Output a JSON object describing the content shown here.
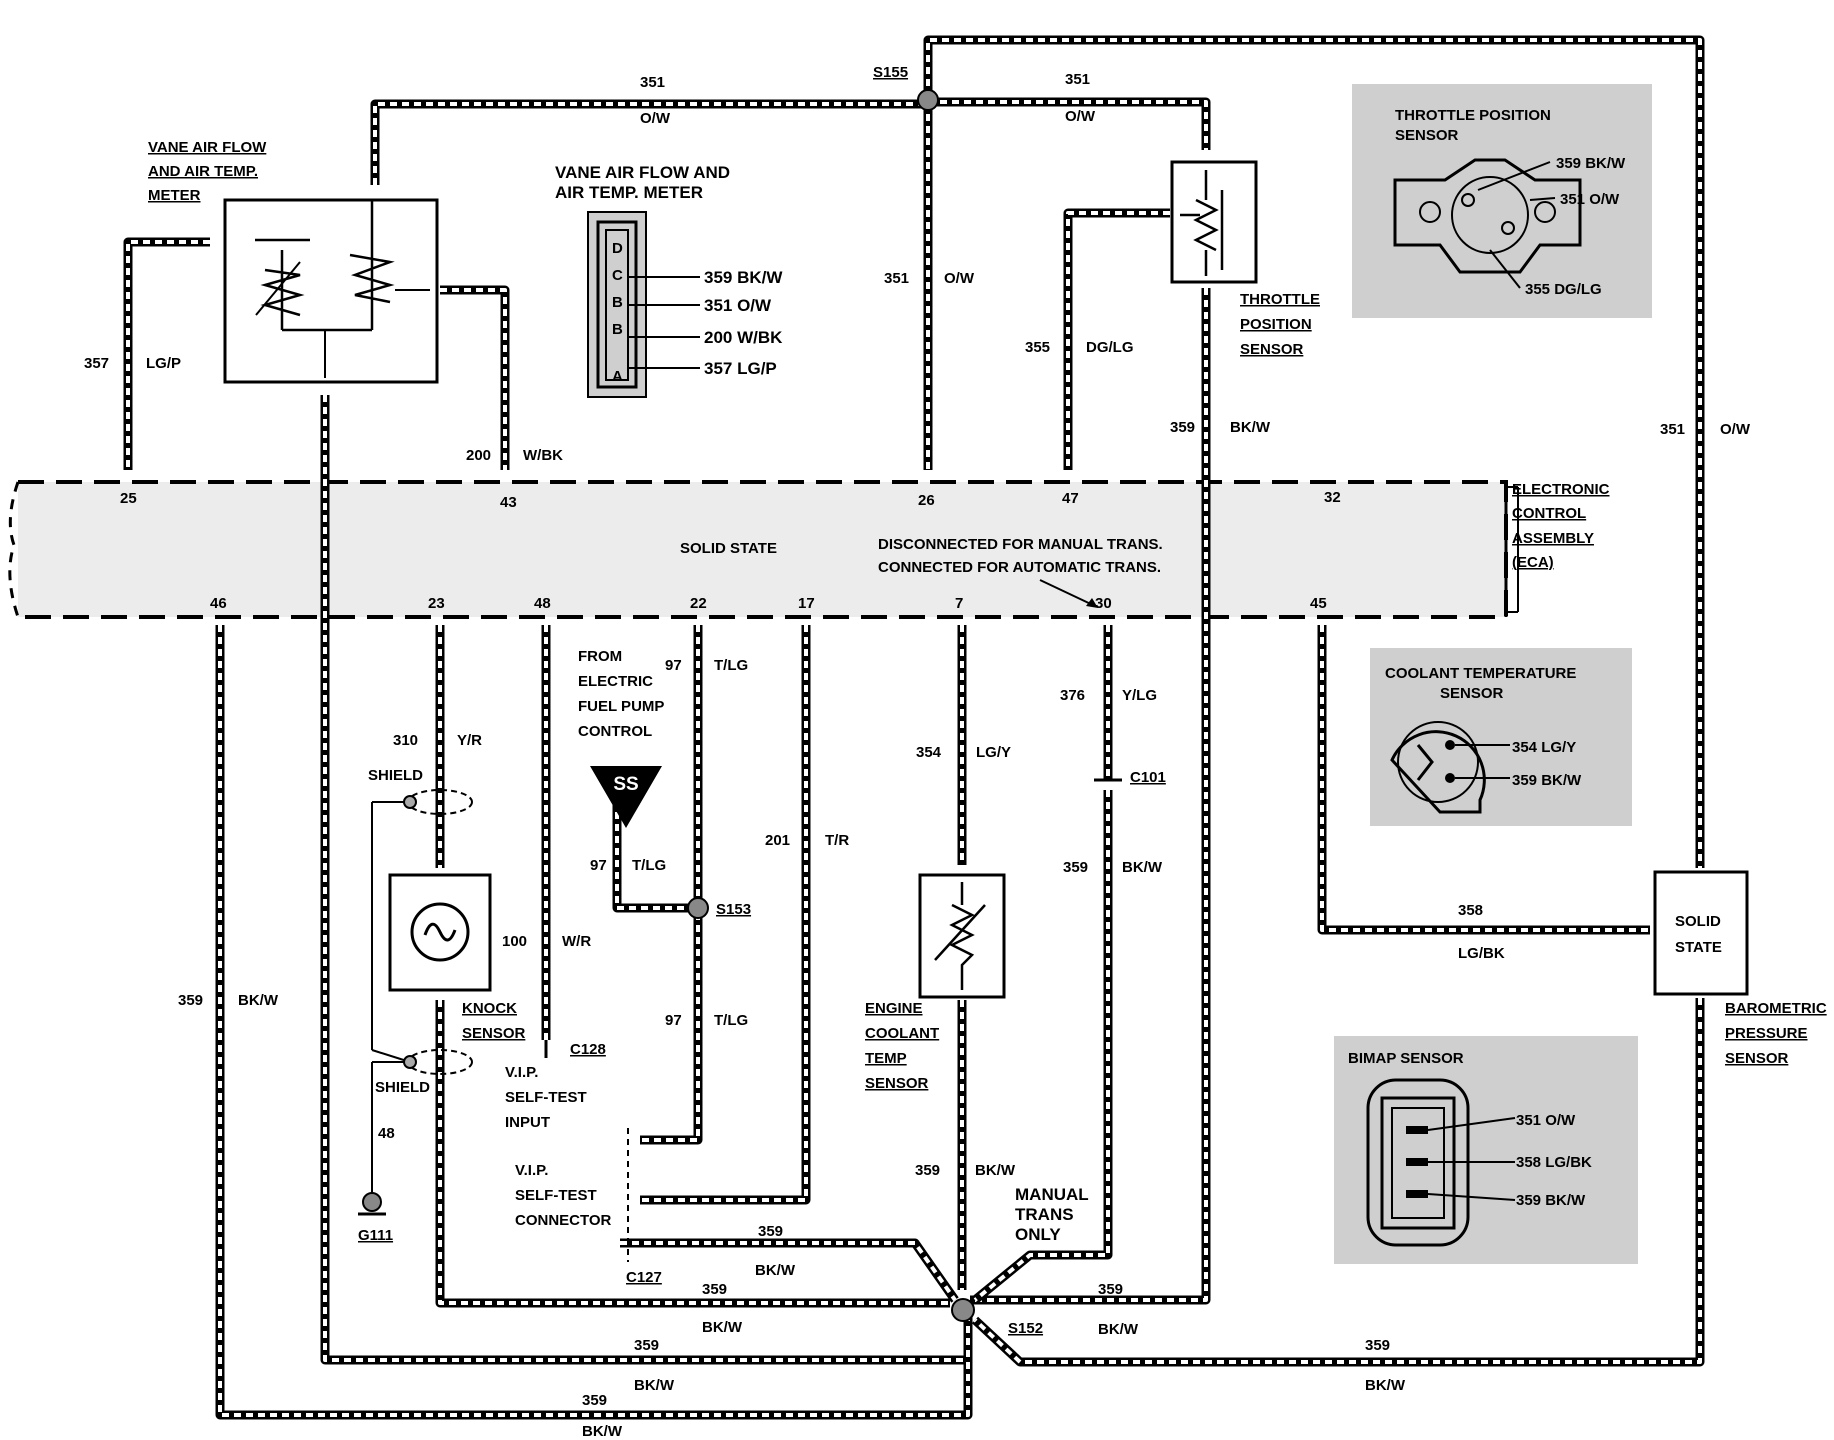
{
  "ecu": {
    "name": [
      "ELECTRONIC",
      "CONTROL",
      "ASSEMBLY",
      "(ECA)"
    ],
    "solid_state": "SOLID   STATE",
    "note_lines": [
      "DISCONNECTED FOR MANUAL TRANS.",
      "CONNECTED FOR AUTOMATIC TRANS."
    ],
    "pins_top": [
      "25",
      "43",
      "26",
      "47",
      "32"
    ],
    "pins_bottom": [
      "46",
      "23",
      "48",
      "22",
      "17",
      "7",
      "30",
      "45"
    ]
  },
  "components": {
    "vaf_label": [
      "VANE AIR FLOW",
      "AND AIR TEMP.",
      "METER"
    ],
    "vaf_connector_title": [
      "VANE AIR FLOW AND",
      "AIR TEMP. METER"
    ],
    "vaf_connector_pins": [
      "359 BK/W",
      "351 O/W",
      "200 W/BK",
      "357 LG/P"
    ],
    "vaf_pin_letters": [
      "D",
      "C",
      "B",
      "B",
      "A"
    ],
    "tps_label": [
      "THROTTLE",
      "POSITION",
      "SENSOR"
    ],
    "knock_label": [
      "KNOCK",
      "SENSOR"
    ],
    "coolant_label": [
      "ENGINE",
      "COOLANT",
      "TEMP",
      "SENSOR"
    ],
    "baro_label": [
      "BAROMETRIC",
      "PRESSURE",
      "SENSOR"
    ],
    "baro_box": [
      "SOLID",
      "STATE"
    ],
    "fuel_pump": [
      "FROM",
      "ELECTRIC",
      "FUEL PUMP",
      "CONTROL"
    ],
    "ss_tag": "SS",
    "vip_input": [
      "V.I.P.",
      "SELF-TEST",
      "INPUT"
    ],
    "vip_connector": [
      "V.I.P.",
      "SELF-TEST",
      "CONNECTOR"
    ],
    "manual_trans": [
      "MANUAL",
      "TRANS",
      "ONLY"
    ],
    "shield": "SHIELD",
    "ground": "G111",
    "ground_wire": "48"
  },
  "insets": {
    "tps": {
      "title": [
        "THROTTLE POSITION",
        "SENSOR"
      ],
      "pins": [
        "359 BK/W",
        "351 O/W",
        "355 DG/LG"
      ]
    },
    "coolant": {
      "title": [
        "COOLANT TEMPERATURE",
        "SENSOR"
      ],
      "pins": [
        "354 LG/Y",
        "359 BK/W"
      ]
    },
    "bimap": {
      "title": "BIMAP SENSOR",
      "pins": [
        "351 O/W",
        "358 LG/BK",
        "359 BK/W"
      ]
    }
  },
  "splices": {
    "s155": "S155",
    "s153": "S153",
    "s152": "S152",
    "c101": "C101",
    "c127": "C127",
    "c128": "C128"
  },
  "wires": {
    "w351": "351",
    "ow": "O/W",
    "w357": "357",
    "lgp": "LG/P",
    "w200": "200",
    "wbk": "W/BK",
    "w355": "355",
    "dglg": "DG/LG",
    "w359": "359",
    "bkw": "BK/W",
    "w310": "310",
    "yr": "Y/R",
    "w100": "100",
    "wr": "W/R",
    "w97": "97",
    "tlg": "T/LG",
    "w201": "201",
    "tr": "T/R",
    "w354": "354",
    "lgy": "LG/Y",
    "w376": "376",
    "ylg": "Y/LG",
    "w358": "358",
    "lgbk": "LG/BK"
  }
}
